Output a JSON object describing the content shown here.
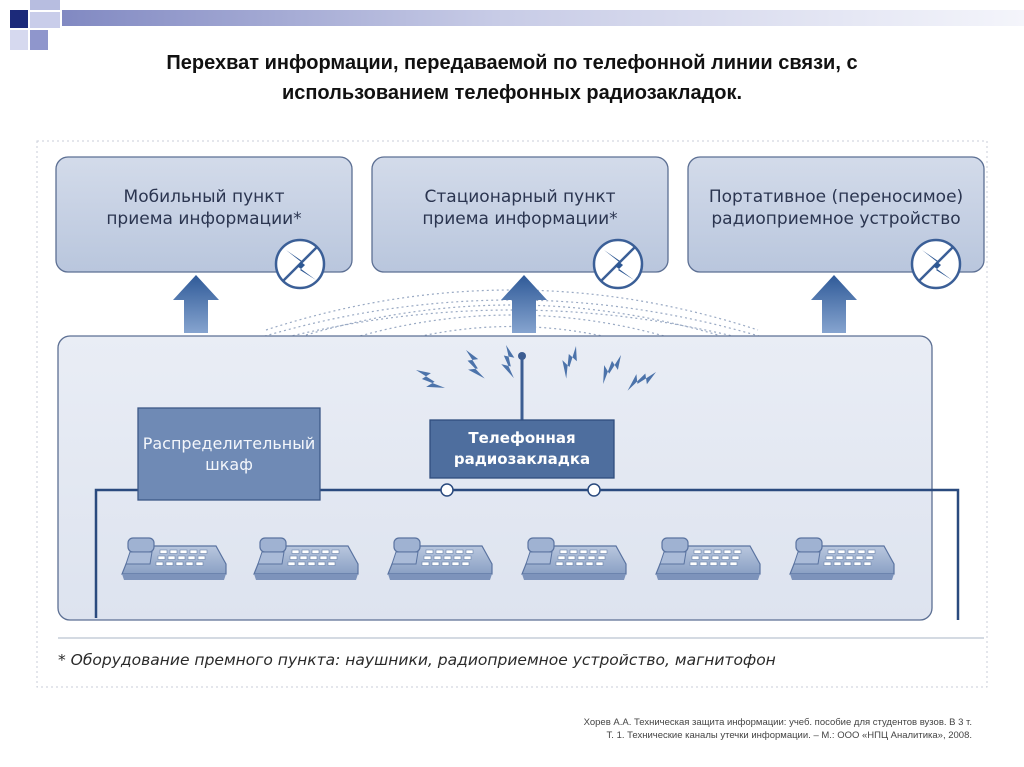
{
  "title": {
    "line1": "Перехват информации, передаваемой по телефонной линии связи, с",
    "line2": "использованием телефонных радиозакладок."
  },
  "receivers": [
    {
      "line1": "Мобильный пункт",
      "line2": "приема информации*"
    },
    {
      "line1": "Стационарный пункт",
      "line2": "приема информации*"
    },
    {
      "line1": "Портативное (переносимое)",
      "line2": "радиоприемное устройство"
    }
  ],
  "cabinet": {
    "line1": "Распределительный",
    "line2": "шкаф"
  },
  "bug": {
    "line1": "Телефонная",
    "line2": "радиозакладка"
  },
  "phones_count": 6,
  "footnote": "* Оборудование премного пункта: наушники, радиоприемное устройство, магнитофон",
  "citation": {
    "line1": "Хорев А.А.  Техническая  защита информации: учеб. пособие для студентов вузов. В 3 т.",
    "line2": "Т. 1. Технические каналы утечки информации. – М.: ООО «НПЦ Аналитика», 2008."
  },
  "colors": {
    "box_fill": "#c5d0e3",
    "panel_fill": "#dfe5f0",
    "cabinet_fill": "#6f8ab5",
    "bug_fill": "#4e6e9e",
    "arrow": "#3f6aa5",
    "line": "#2a4a7e"
  },
  "icons": [
    "radio-antenna-icon",
    "lightning-icon",
    "telephone-icon",
    "up-arrow-icon"
  ]
}
